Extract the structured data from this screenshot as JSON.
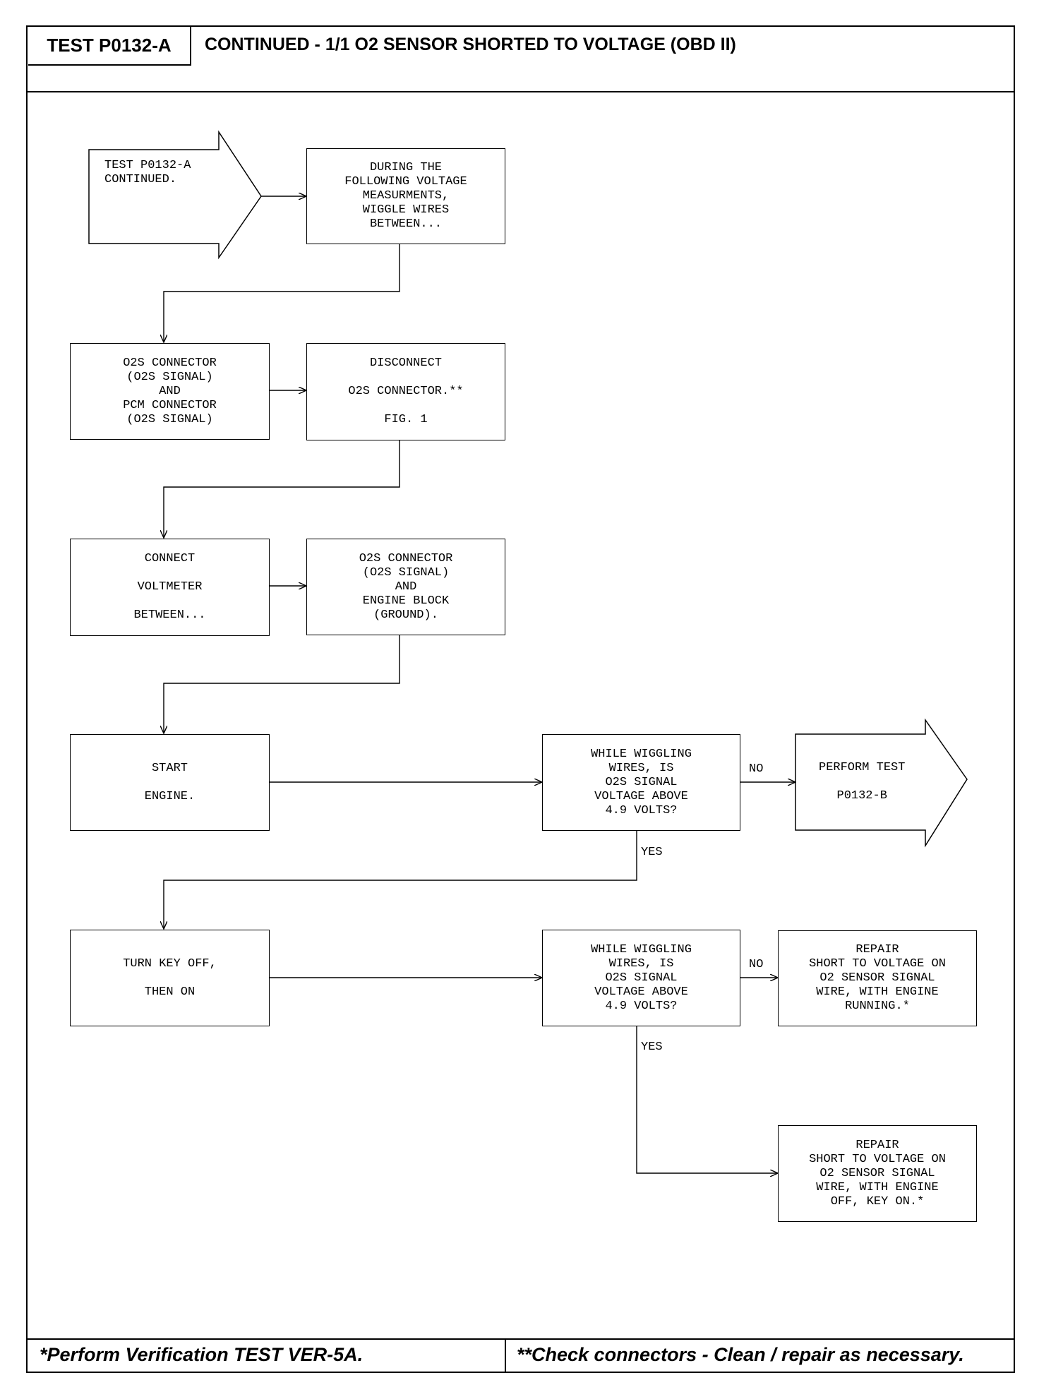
{
  "header": {
    "test_id": "TEST P0132-A",
    "title": "CONTINUED - 1/1 O2 SENSOR SHORTED TO VOLTAGE (OBD II)"
  },
  "nodes": {
    "start": "TEST P0132-A\nCONTINUED.",
    "during": "DURING THE\nFOLLOWING VOLTAGE\nMEASURMENTS,\nWIGGLE WIRES\nBETWEEN...",
    "o2s_pcm": "O2S CONNECTOR\n(O2S SIGNAL)\nAND\nPCM CONNECTOR\n(O2S SIGNAL)",
    "disconnect": "DISCONNECT\n\nO2S CONNECTOR.**\n\nFIG. 1",
    "connect_vm": "CONNECT\n\nVOLTMETER\n\nBETWEEN...",
    "o2s_engine": "O2S CONNECTOR\n(O2S SIGNAL)\nAND\nENGINE BLOCK\n(GROUND).",
    "start_engine": "START\n\nENGINE.",
    "decision_1": "WHILE WIGGLING\nWIRES, IS\nO2S SIGNAL\nVOLTAGE ABOVE\n4.9 VOLTS?",
    "perform_test": "PERFORM TEST\n\nP0132-B",
    "turn_key": "TURN KEY OFF,\n\nTHEN ON",
    "decision_2": "WHILE WIGGLING\nWIRES, IS\nO2S SIGNAL\nVOLTAGE ABOVE\n4.9 VOLTS?",
    "repair_running": "REPAIR\nSHORT TO VOLTAGE ON\nO2 SENSOR SIGNAL\nWIRE, WITH ENGINE\nRUNNING.*",
    "repair_keyon": "REPAIR\nSHORT TO VOLTAGE ON\nO2 SENSOR SIGNAL\nWIRE, WITH ENGINE\nOFF, KEY ON.*"
  },
  "edge_labels": {
    "no_1": "NO",
    "yes_1": "YES",
    "no_2": "NO",
    "yes_2": "YES"
  },
  "footer": {
    "left": "*Perform Verification TEST VER-5A.",
    "right": "**Check connectors - Clean / repair as necessary."
  }
}
